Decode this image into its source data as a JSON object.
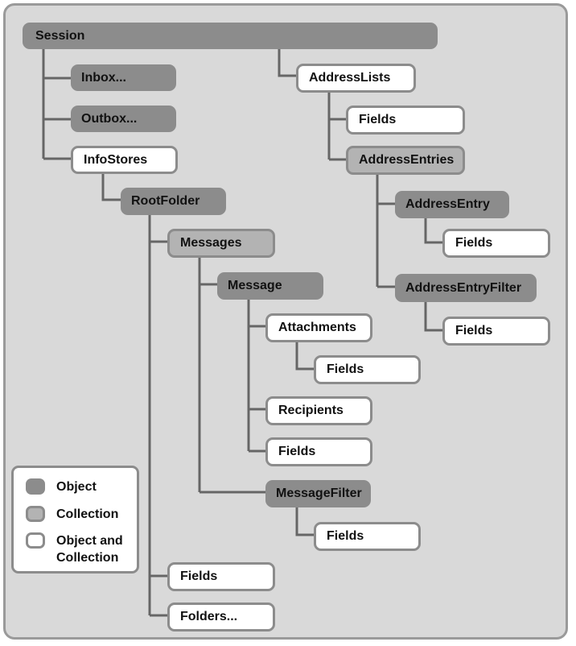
{
  "diagram": {
    "nodes": [
      {
        "id": "session",
        "label": "Session",
        "kind": "object"
      },
      {
        "id": "inbox",
        "label": "Inbox...",
        "kind": "object"
      },
      {
        "id": "outbox",
        "label": "Outbox...",
        "kind": "object"
      },
      {
        "id": "infostores",
        "label": "InfoStores",
        "kind": "object-and-collection"
      },
      {
        "id": "rootfolder",
        "label": "RootFolder",
        "kind": "object"
      },
      {
        "id": "messages",
        "label": "Messages",
        "kind": "collection"
      },
      {
        "id": "message",
        "label": "Message",
        "kind": "object"
      },
      {
        "id": "attachments",
        "label": "Attachments",
        "kind": "object-and-collection"
      },
      {
        "id": "attachments-fields",
        "label": "Fields",
        "kind": "object-and-collection"
      },
      {
        "id": "recipients",
        "label": "Recipients",
        "kind": "object-and-collection"
      },
      {
        "id": "message-fields",
        "label": "Fields",
        "kind": "object-and-collection"
      },
      {
        "id": "messagefilter",
        "label": "MessageFilter",
        "kind": "object"
      },
      {
        "id": "messagefilter-fields",
        "label": "Fields",
        "kind": "object-and-collection"
      },
      {
        "id": "folder-fields",
        "label": "Fields",
        "kind": "object-and-collection"
      },
      {
        "id": "folders",
        "label": "Folders...",
        "kind": "object-and-collection"
      },
      {
        "id": "addresslists",
        "label": "AddressLists",
        "kind": "object-and-collection"
      },
      {
        "id": "addresslists-fields",
        "label": "Fields",
        "kind": "object-and-collection"
      },
      {
        "id": "addressentries",
        "label": "AddressEntries",
        "kind": "collection"
      },
      {
        "id": "addressentry",
        "label": "AddressEntry",
        "kind": "object"
      },
      {
        "id": "addressentry-fields",
        "label": "Fields",
        "kind": "object-and-collection"
      },
      {
        "id": "addressentryfilter",
        "label": "AddressEntryFilter",
        "kind": "object"
      },
      {
        "id": "addressentryfilter-fields",
        "label": "Fields",
        "kind": "object-and-collection"
      }
    ],
    "edges": [
      [
        "session",
        "inbox"
      ],
      [
        "session",
        "outbox"
      ],
      [
        "session",
        "infostores"
      ],
      [
        "session",
        "addresslists"
      ],
      [
        "infostores",
        "rootfolder"
      ],
      [
        "rootfolder",
        "messages"
      ],
      [
        "rootfolder",
        "folder-fields"
      ],
      [
        "rootfolder",
        "folders"
      ],
      [
        "messages",
        "message"
      ],
      [
        "messages",
        "messagefilter"
      ],
      [
        "message",
        "attachments"
      ],
      [
        "message",
        "recipients"
      ],
      [
        "message",
        "message-fields"
      ],
      [
        "attachments",
        "attachments-fields"
      ],
      [
        "messagefilter",
        "messagefilter-fields"
      ],
      [
        "addresslists",
        "addresslists-fields"
      ],
      [
        "addresslists",
        "addressentries"
      ],
      [
        "addressentries",
        "addressentry"
      ],
      [
        "addressentries",
        "addressentryfilter"
      ],
      [
        "addressentry",
        "addressentry-fields"
      ],
      [
        "addressentryfilter",
        "addressentryfilter-fields"
      ]
    ]
  },
  "legend": [
    {
      "kind": "object",
      "label": "Object"
    },
    {
      "kind": "collection",
      "label": "Collection"
    },
    {
      "kind": "object-and-collection",
      "label": "Object and\nCollection"
    }
  ],
  "colors": {
    "background": "#d9d9d9",
    "object_fill": "#8c8c8c",
    "collection_fill": "#b3b3b3",
    "object_and_collection_fill": "#ffffff",
    "border": "#8c8c8c",
    "connector": "#666666"
  }
}
